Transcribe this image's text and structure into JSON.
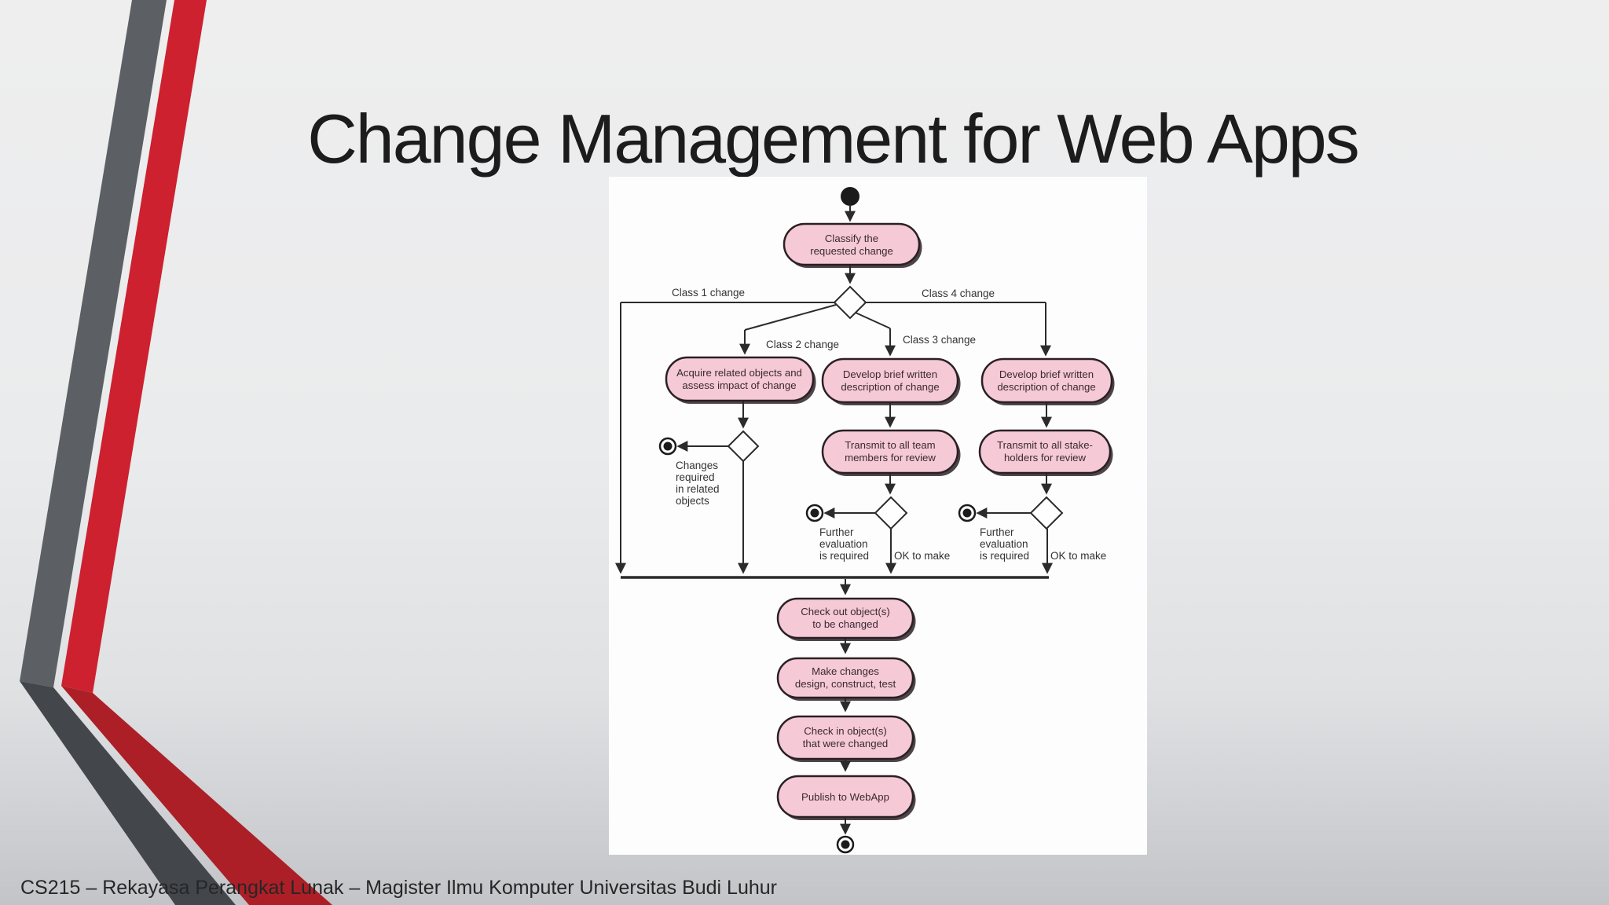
{
  "slide": {
    "title": "Change Management for Web Apps",
    "footer": "CS215 – Rekayasa Perangkat Lunak – Magister Ilmu Komputer Universitas Budi Luhur"
  },
  "diagram": {
    "type": "uml-activity-flowchart",
    "activities": {
      "classify": {
        "lines": [
          "Classify the",
          "requested change"
        ]
      },
      "acquire": {
        "lines": [
          "Acquire related objects and",
          "assess impact of change"
        ]
      },
      "develop_class2": {
        "lines": [
          "Develop brief written",
          "description of change"
        ]
      },
      "develop_class4": {
        "lines": [
          "Develop brief written",
          "description of change"
        ]
      },
      "transmit_team": {
        "lines": [
          "Transmit to all team",
          "members for review"
        ]
      },
      "transmit_stake": {
        "lines": [
          "Transmit to all stake-",
          "holders for review"
        ]
      },
      "checkout": {
        "lines": [
          "Check out object(s)",
          "to be changed"
        ]
      },
      "make_changes": {
        "lines": [
          "Make changes",
          "design, construct, test"
        ]
      },
      "checkin": {
        "lines": [
          "Check in object(s)",
          "that were changed"
        ]
      },
      "publish": {
        "lines": [
          "Publish to WebApp"
        ]
      }
    },
    "edge_labels": {
      "class1": "Class 1 change",
      "class2": "Class 2 change",
      "class3": "Class 3 change",
      "class4": "Class 4 change",
      "changes_required": [
        "Changes",
        "required",
        "in related",
        "objects"
      ],
      "further_eval_team": [
        "Further",
        "evaluation",
        "is required"
      ],
      "further_eval_stake": [
        "Further",
        "evaluation",
        "is required"
      ],
      "ok_team": "OK to make",
      "ok_stake": "OK to make"
    }
  },
  "colors": {
    "activity_fill": "#f5c9d5",
    "activity_border": "#2a2026",
    "line": "#2b2b2b",
    "panel": "#fdfdfd",
    "ribbon_gray_upper": "#5c5f63",
    "ribbon_gray_lower": "#43474c",
    "ribbon_red_upper": "#cd2130",
    "ribbon_red_lower": "#ac1f27",
    "background_top": "#eeeeef",
    "background_bottom": "#c2c4c8"
  }
}
